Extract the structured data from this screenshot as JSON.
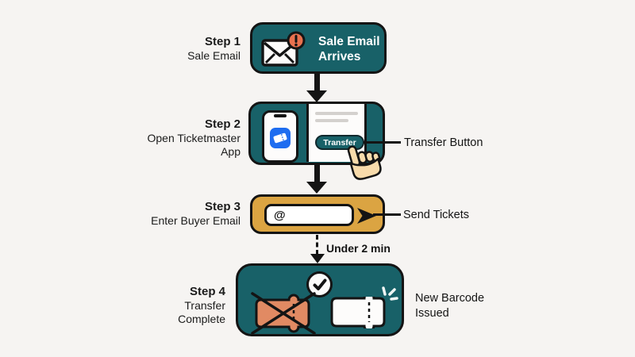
{
  "colors": {
    "background": "#f6f4f2",
    "teal": "#186168",
    "gold": "#dba442",
    "alert_orange": "#e8714f",
    "ticket_orange": "#e18a63",
    "app_blue": "#1e6df0",
    "hand_tan": "#f8dbab",
    "ink": "#141414",
    "card_text_white": "#ffffff"
  },
  "steps": [
    {
      "label": "Step 1",
      "sublabel": [
        "Sale Email"
      ],
      "card_title": "Sale Email Arrives"
    },
    {
      "label": "Step 2",
      "sublabel": [
        "Open Ticketmaster",
        "App"
      ],
      "transfer_button_label": "Transfer"
    },
    {
      "label": "Step 3",
      "sublabel": [
        "Enter Buyer Email"
      ],
      "email_input_value": "@"
    },
    {
      "label": "Step 4",
      "sublabel": [
        "Transfer",
        "Complete"
      ]
    }
  ],
  "annotations": {
    "transfer_button": "Transfer Button",
    "send_tickets": "Send Tickets",
    "under_two_min": "Under 2 min",
    "new_barcode": [
      "New Barcode",
      "Issued"
    ]
  },
  "icons": {
    "step1": "envelope-alert-icon",
    "step2_app": "phone-with-ticket-app-icon",
    "step2_pointer": "hand-cursor-icon",
    "step3_send": "send-arrow-icon",
    "step4_check": "checkmark-icon",
    "step4_old_ticket": "voided-ticket-icon",
    "step4_new_ticket": "new-ticket-icon",
    "step4_sparkle": "sparkle-icon"
  }
}
